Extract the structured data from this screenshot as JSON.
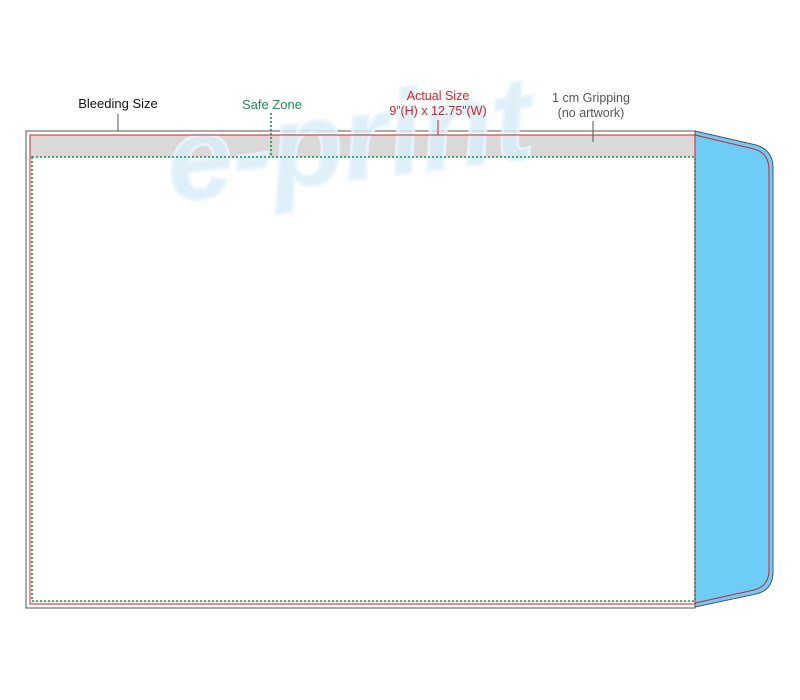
{
  "watermark": {
    "text": "e-print",
    "color": "#d8ecf8"
  },
  "labels": {
    "bleeding_size": "Bleeding Size",
    "safe_zone": "Safe Zone",
    "actual_size_title": "Actual Size",
    "actual_size_dimensions": "9”(H) x 12.75”(W)",
    "gripping_title": "1 cm Gripping",
    "gripping_note": "(no artwork)"
  },
  "colors": {
    "bleed_outline": "#555555",
    "actual_size": "#d0232a",
    "safe_zone": "#17924a",
    "gripping_strip": "#d9d9d9",
    "flap": "#6dcdf6"
  }
}
